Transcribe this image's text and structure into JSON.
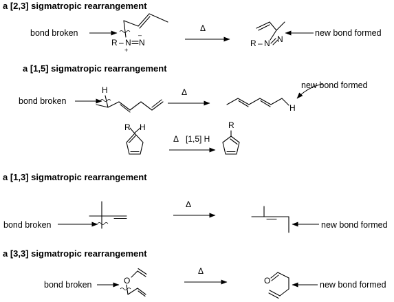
{
  "sections": [
    {
      "title": "a [2,3] sigmatropic rearrangement",
      "bond_broken": "bond broken",
      "reagent": "Δ",
      "new_bond": "new bond formed",
      "reactant_atoms": {
        "R": "R",
        "dash": "–",
        "N1": "N",
        "N2": "N",
        "plus": "+",
        "minus": "–"
      },
      "product_atoms": {
        "R": "R",
        "dash": "–",
        "N1": "N",
        "N2": "N"
      }
    },
    {
      "title": "a [1,5] sigmatropic rearrangement",
      "bond_broken": "bond broken",
      "reagent": "Δ",
      "new_bond": "new bond formed",
      "reactant_atoms": {
        "H": "H"
      },
      "product_atoms": {
        "H": "H"
      },
      "example": {
        "reagent": "Δ",
        "condition": "[1,5] H",
        "reactant_atoms": {
          "R": "R",
          "H": "H"
        },
        "product_atoms": {
          "R": "R"
        }
      }
    },
    {
      "title": "a [1,3] sigmatropic rearrangement",
      "bond_broken": "bond broken",
      "reagent": "Δ",
      "new_bond": "new bond formed"
    },
    {
      "title": "a [3,3] sigmatropic rearrangement",
      "bond_broken": "bond broken",
      "reagent": "Δ",
      "new_bond": "new bond formed",
      "reactant_atoms": {
        "O": "O"
      },
      "product_atoms": {
        "O": "O"
      }
    }
  ]
}
